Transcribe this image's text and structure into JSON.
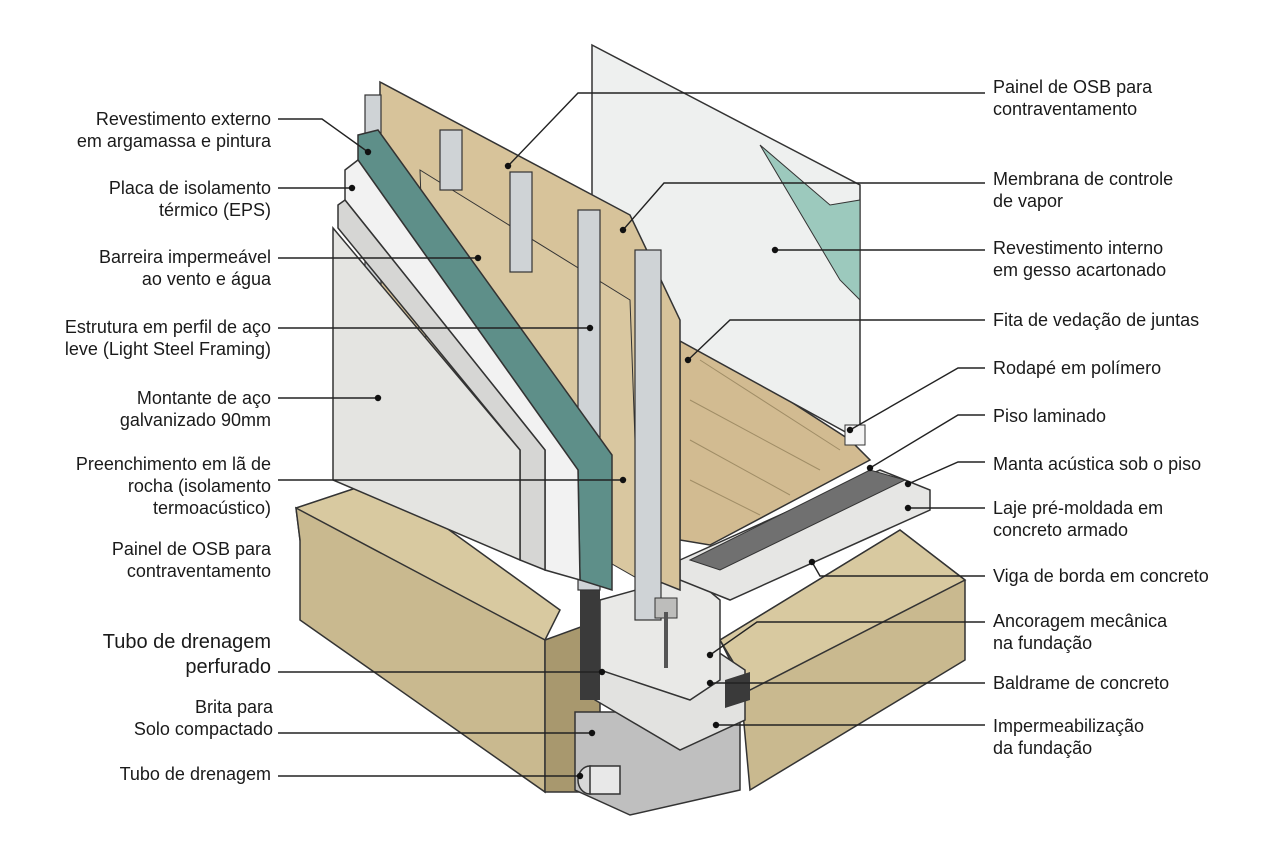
{
  "labels_left": [
    {
      "id": "revestimento-externo",
      "text": "Revestimento externo\nem argamassa e pintura"
    },
    {
      "id": "placa-isolamento",
      "text": "Placa de isolamento\ntérmico (EPS)"
    },
    {
      "id": "barreira-impermeavel",
      "text": "Barreira impermeável\nao vento e água"
    },
    {
      "id": "estrutura-perfil",
      "text": "Estrutura em perfil de aço\nleve (Light Steel Framing)"
    },
    {
      "id": "montante-aco",
      "text": "Montante de aço\ngalvanizado 90mm"
    },
    {
      "id": "preenchimento-la",
      "text": "Preenchimento em lã de\nrocha (isolamento\ntermoacústico)"
    },
    {
      "id": "painel-osb-esq",
      "text": "Painel de OSB para\ncontraventamento"
    },
    {
      "id": "tubo-drenagem-perf",
      "text": "Tubo de drenagem\nperfurado"
    },
    {
      "id": "brita-solo",
      "text": "Brita para\nSolo compactado"
    },
    {
      "id": "tubo-drenagem",
      "text": "Tubo de drenagem"
    }
  ],
  "labels_right": [
    {
      "id": "painel-osb-dir",
      "text": "Painel de OSB para\ncontraventamento"
    },
    {
      "id": "membrana-vapor",
      "text": "Membrana de controle\nde vapor"
    },
    {
      "id": "revestimento-interno",
      "text": "Revestimento interno\nem gesso acartonado"
    },
    {
      "id": "fita-vedacao",
      "text": "Fita de vedação de juntas"
    },
    {
      "id": "rodape",
      "text": "Rodapé em polímero"
    },
    {
      "id": "piso-laminado",
      "text": "Piso laminado"
    },
    {
      "id": "manta-acustica",
      "text": "Manta acústica sob o piso"
    },
    {
      "id": "laje-pre-moldada",
      "text": "Laje pré-moldada em\nconcreto armado"
    },
    {
      "id": "viga-borda",
      "text": "Viga de borda em concreto"
    },
    {
      "id": "ancoragem",
      "text": "Ancoragem mecânica\nna fundação"
    },
    {
      "id": "baldrame",
      "text": "Baldrame de concreto"
    },
    {
      "id": "impermeabilizacao",
      "text": "Impermeabilização\nda fundação"
    }
  ],
  "colors": {
    "soil": "#c9b98f",
    "soil_top": "#d8c9a0",
    "soil_dark": "#a8986e",
    "concrete": "#e2e2e0",
    "concrete_dark": "#bdbdbb",
    "osb": "#d7c39a",
    "rockwool": "#d9c7a0",
    "steel": "#cfd3d6",
    "membrane": "#5e8f89",
    "eps": "#f2f2f2",
    "render": "#e4e4e1",
    "drywall": "#eef0ef",
    "vapor": "#9cc9bd",
    "floor": "#d2bb91",
    "underlay": "#707070",
    "gravel": "#bfbfbf",
    "line": "#222222"
  }
}
